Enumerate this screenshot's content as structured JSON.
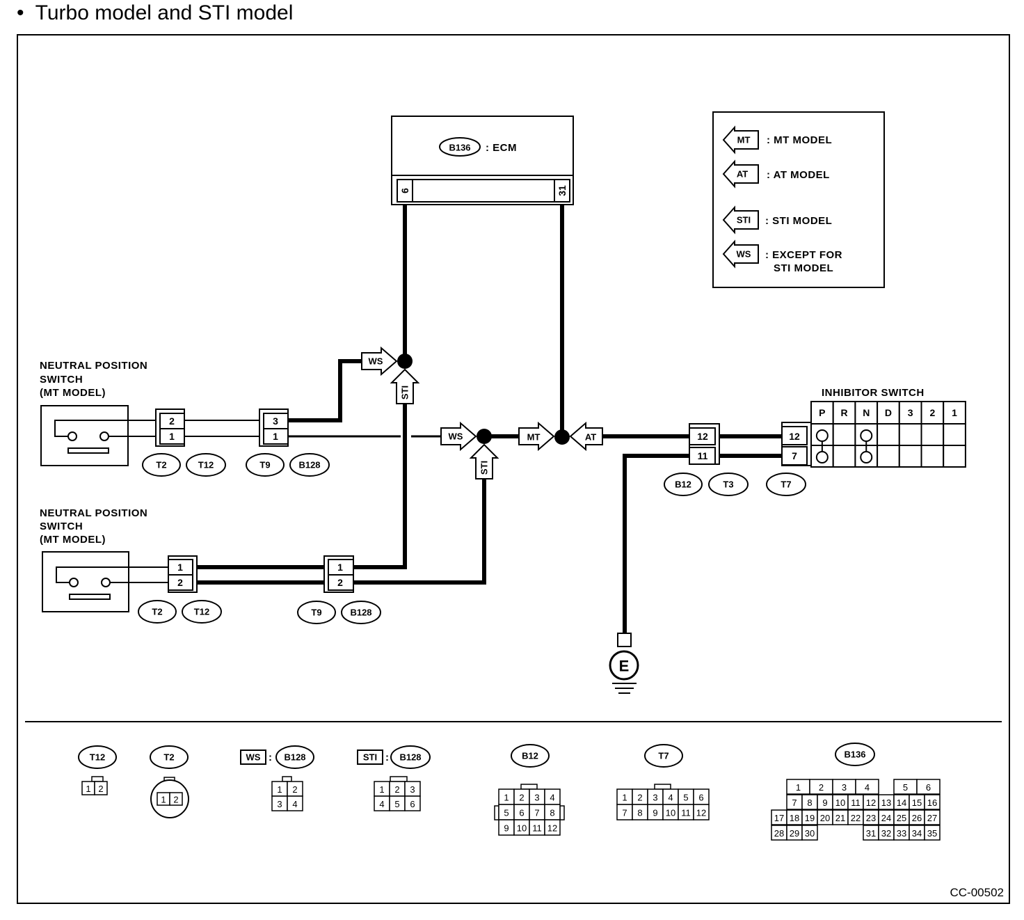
{
  "header": {
    "bullet": "•",
    "title": "Turbo model and STI model"
  },
  "ecm": {
    "connector": "B136",
    "label": ": ECM",
    "pin_left": "6",
    "pin_right": "31"
  },
  "legend": [
    {
      "tag": "MT",
      "text": ": MT MODEL"
    },
    {
      "tag": "AT",
      "text": ": AT MODEL"
    },
    {
      "tag": "STI",
      "text": ": STI MODEL"
    },
    {
      "tag": "WS",
      "text_line1": ": EXCEPT FOR",
      "text_line2": "STI MODEL"
    }
  ],
  "switch1": {
    "title_line1": "NEUTRAL POSITION",
    "title_line2": "SWITCH",
    "title_line3": "(MT MODEL)",
    "conn_a_pins": [
      "2",
      "1"
    ],
    "conn_a_tags": [
      "T2",
      "T12"
    ],
    "conn_b_pins": [
      "3",
      "1"
    ],
    "conn_b_tags": [
      "T9",
      "B128"
    ]
  },
  "switch2": {
    "title_line1": "NEUTRAL POSITION",
    "title_line2": "SWITCH",
    "title_line3": "(MT MODEL)",
    "conn_a_pins": [
      "1",
      "2"
    ],
    "conn_a_tags": [
      "T2",
      "T12"
    ],
    "conn_b_pins": [
      "1",
      "2"
    ],
    "conn_b_tags": [
      "T9",
      "B128"
    ]
  },
  "junction_tags": {
    "ws": "WS",
    "sti": "STI",
    "mt": "MT",
    "at": "AT"
  },
  "inhibitor": {
    "title": "INHIBITOR SWITCH",
    "positions": [
      "P",
      "R",
      "N",
      "D",
      "3",
      "2",
      "1"
    ],
    "conn_a_pins": [
      "12",
      "11"
    ],
    "conn_a_tags": [
      "B12",
      "T3"
    ],
    "conn_b_pins": [
      "12",
      "7"
    ],
    "conn_b_tags": [
      "T7"
    ]
  },
  "ground": {
    "label": "E"
  },
  "connector_views": {
    "t12": {
      "name": "T12",
      "pins": [
        "1",
        "2"
      ]
    },
    "t2": {
      "name": "T2",
      "pins": [
        "1",
        "2"
      ]
    },
    "ws_b128": {
      "prefix": "WS",
      "name": "B128",
      "pins": [
        "1",
        "2",
        "3",
        "4"
      ]
    },
    "sti_b128": {
      "prefix": "STI",
      "name": "B128",
      "pins": [
        "1",
        "2",
        "3",
        "4",
        "5",
        "6"
      ]
    },
    "b12": {
      "name": "B12",
      "pins": [
        "1",
        "2",
        "3",
        "4",
        "5",
        "6",
        "7",
        "8",
        "9",
        "10",
        "11",
        "12"
      ]
    },
    "t7": {
      "name": "T7",
      "pins": [
        "1",
        "2",
        "3",
        "4",
        "5",
        "6",
        "7",
        "8",
        "9",
        "10",
        "11",
        "12"
      ]
    },
    "b136": {
      "name": "B136",
      "row1": [
        "1",
        "2",
        "3",
        "4",
        "",
        "5",
        "6"
      ],
      "row2": [
        "7",
        "8",
        "9",
        "10",
        "11",
        "12",
        "13",
        "14",
        "15",
        "16"
      ],
      "row3": [
        "17",
        "18",
        "19",
        "20",
        "21",
        "22",
        "23",
        "24",
        "25",
        "26",
        "27"
      ],
      "row4": [
        "28",
        "29",
        "30",
        "31",
        "32",
        "33",
        "34",
        "35"
      ]
    }
  },
  "figure_code": "CC-00502"
}
